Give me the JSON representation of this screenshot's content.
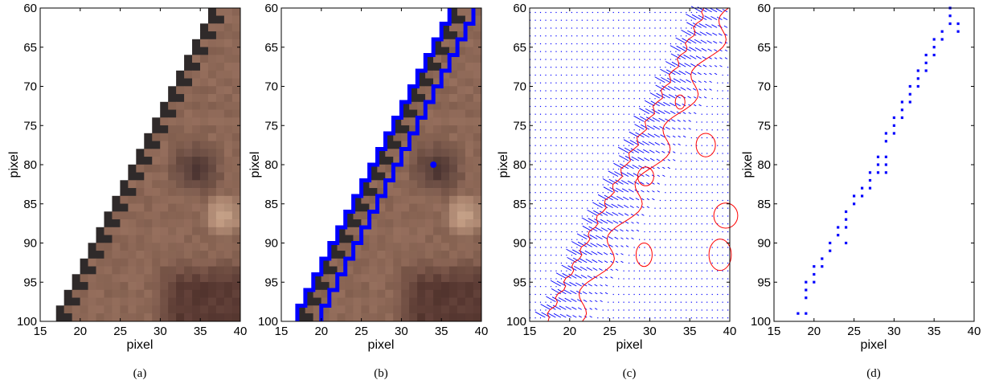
{
  "figure": {
    "captions": [
      "(a)",
      "(b)",
      "(c)",
      "(d)"
    ],
    "panels": [
      {
        "id": "a",
        "xlabel": "pixel",
        "ylabel": "pixel"
      },
      {
        "id": "b",
        "xlabel": "pixel",
        "ylabel": "pixel"
      },
      {
        "id": "c",
        "xlabel": "pixel",
        "ylabel": "pixel"
      },
      {
        "id": "d",
        "xlabel": "pixel",
        "ylabel": "pixel"
      }
    ],
    "xticks": [
      "15",
      "20",
      "25",
      "30",
      "35",
      "40"
    ],
    "yticks": [
      "60",
      "65",
      "70",
      "75",
      "80",
      "85",
      "90",
      "95",
      "100"
    ],
    "colors": {
      "skin": "#8a6552",
      "dark_edge": "#2f2a2a",
      "contour": "#0000ff",
      "level_set": "#ff0000",
      "vector": "#0000ff",
      "points": "#0000ff"
    }
  },
  "chart_data": [
    {
      "type": "heatmap",
      "panel": "a",
      "content": "image crop",
      "xlim": [
        15,
        40
      ],
      "ylim": [
        60,
        100
      ],
      "y_reversed": true,
      "edge_x": [
        37,
        37,
        36,
        36,
        35,
        35,
        34,
        34,
        33,
        33,
        32,
        32,
        31,
        31,
        30,
        30,
        29,
        29,
        28,
        28,
        27,
        27,
        26,
        26,
        25,
        25,
        24,
        24,
        23,
        23,
        22,
        22,
        21,
        21,
        20,
        20,
        19,
        19,
        18,
        18,
        17
      ]
    },
    {
      "type": "heatmap",
      "panel": "b",
      "content": "image crop with contour overlay",
      "xlim": [
        15,
        40
      ],
      "ylim": [
        60,
        100
      ],
      "y_reversed": true,
      "marker": {
        "x": 34,
        "y": 80
      }
    },
    {
      "type": "scatter",
      "panel": "c",
      "content": "vector field with level-set contours",
      "xlim": [
        15,
        40
      ],
      "ylim": [
        60,
        100
      ],
      "y_reversed": true
    },
    {
      "type": "scatter",
      "panel": "d",
      "marker": "dot",
      "xlim": [
        15,
        40
      ],
      "ylim": [
        60,
        100
      ],
      "y_reversed": true,
      "x": [
        37,
        37,
        37,
        38,
        38,
        36,
        36,
        35,
        35,
        34,
        35,
        34,
        34,
        33,
        33,
        33,
        32,
        32,
        32,
        31,
        31,
        31,
        30,
        30,
        30,
        29,
        29,
        29,
        28,
        28,
        29,
        29,
        28,
        27,
        27,
        27,
        26,
        26,
        25,
        25,
        24,
        24,
        24,
        24,
        23,
        23,
        22,
        22,
        21,
        21,
        20,
        20,
        20,
        19,
        19,
        19,
        18,
        19
      ],
      "y": [
        60,
        61,
        62,
        62,
        63,
        63,
        64,
        64,
        65,
        66,
        66,
        67,
        68,
        68,
        69,
        70,
        70,
        71,
        72,
        72,
        73,
        74,
        74,
        75,
        76,
        76,
        77,
        79,
        79,
        80,
        80,
        81,
        81,
        81,
        82,
        83,
        83,
        84,
        84,
        85,
        86,
        87,
        88,
        90,
        88,
        89,
        90,
        91,
        92,
        93,
        93,
        94,
        95,
        95,
        96,
        97,
        99,
        99
      ]
    }
  ]
}
